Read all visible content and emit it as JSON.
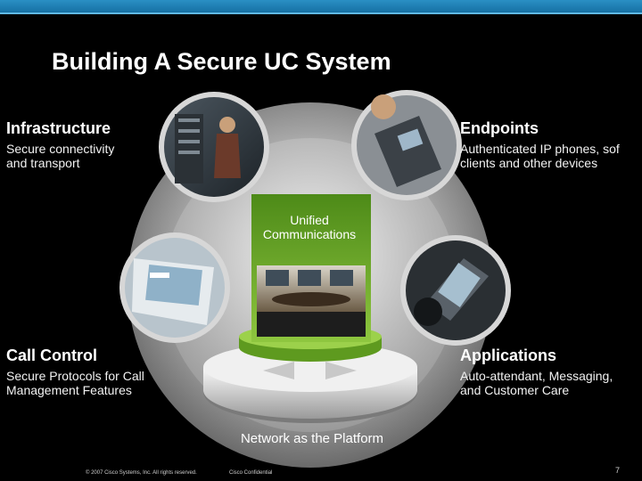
{
  "slide": {
    "title": "Building A Secure UC System",
    "center_label_line1": "Unified",
    "center_label_line2": "Communications",
    "network_label": "Network as the Platform"
  },
  "quadrants": {
    "infrastructure": {
      "heading": "Infrastructure",
      "line1": "Secure connectivity",
      "line2": "and transport"
    },
    "endpoints": {
      "heading": "Endpoints",
      "line1": "Authenticated IP phones, sof",
      "line2": "clients and other devices"
    },
    "call_control": {
      "heading": "Call Control",
      "line1": "Secure Protocols for Call",
      "line2": "Management Features"
    },
    "applications": {
      "heading": "Applications",
      "line1": "Auto-attendant, Messaging,",
      "line2": "and Customer Care"
    }
  },
  "footer": {
    "copyright": "© 2007 Cisco Systems, Inc. All rights reserved.",
    "confidential": "Cisco Confidential",
    "page_number": "7"
  },
  "colors": {
    "accent_blue": "#1670a3",
    "green": "#7bb21f",
    "ring_gray": "#9c9c9c"
  }
}
